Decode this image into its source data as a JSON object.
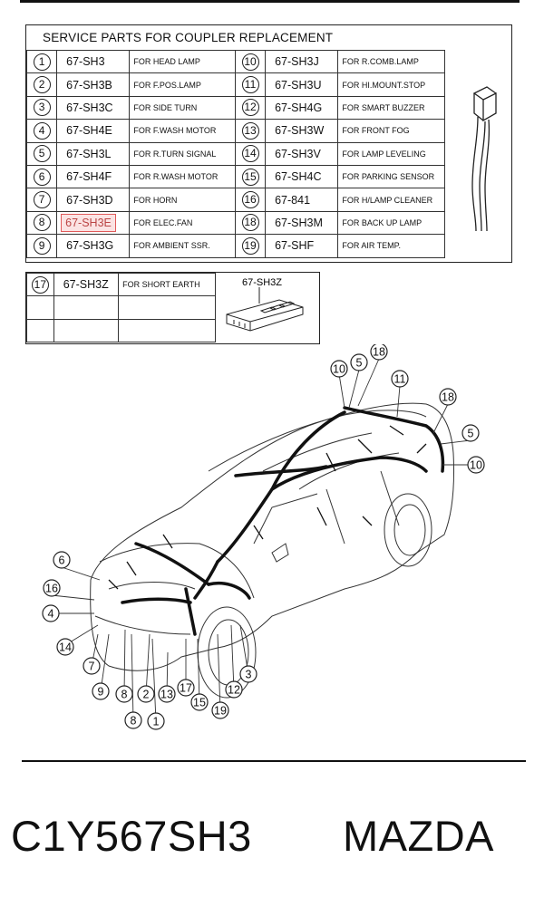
{
  "header": {
    "title": "SERVICE PARTS FOR COUPLER REPLACEMENT"
  },
  "parts_left": [
    {
      "num": "1",
      "code": "67-SH3",
      "desc": "FOR HEAD LAMP"
    },
    {
      "num": "2",
      "code": "67-SH3B",
      "desc": "FOR F.POS.LAMP"
    },
    {
      "num": "3",
      "code": "67-SH3C",
      "desc": "FOR SIDE TURN"
    },
    {
      "num": "4",
      "code": "67-SH4E",
      "desc": "FOR F.WASH MOTOR"
    },
    {
      "num": "5",
      "code": "67-SH3L",
      "desc": "FOR R.TURN SIGNAL"
    },
    {
      "num": "6",
      "code": "67-SH4F",
      "desc": "FOR R.WASH MOTOR"
    },
    {
      "num": "7",
      "code": "67-SH3D",
      "desc": "FOR HORN"
    },
    {
      "num": "8",
      "code": "67-SH3E",
      "desc": "FOR ELEC.FAN"
    },
    {
      "num": "9",
      "code": "67-SH3G",
      "desc": "FOR AMBIENT SSR."
    }
  ],
  "parts_right": [
    {
      "num": "10",
      "code": "67-SH3J",
      "desc": "FOR R.COMB.LAMP"
    },
    {
      "num": "11",
      "code": "67-SH3U",
      "desc": "FOR HI.MOUNT.STOP"
    },
    {
      "num": "12",
      "code": "67-SH4G",
      "desc": "FOR SMART BUZZER"
    },
    {
      "num": "13",
      "code": "67-SH3W",
      "desc": "FOR FRONT FOG"
    },
    {
      "num": "14",
      "code": "67-SH3V",
      "desc": "FOR LAMP LEVELING"
    },
    {
      "num": "15",
      "code": "67-SH4C",
      "desc": "FOR PARKING SENSOR"
    },
    {
      "num": "16",
      "code": "67-841",
      "desc": "FOR H/LAMP CLEANER"
    },
    {
      "num": "18",
      "code": "67-SH3M",
      "desc": "FOR BACK UP LAMP"
    },
    {
      "num": "19",
      "code": "67-SHF",
      "desc": "FOR AIR TEMP."
    }
  ],
  "extra_part": {
    "num": "17",
    "code": "67-SH3Z",
    "desc": "FOR SHORT EARTH"
  },
  "coupler_label": "67-SH3Z",
  "highlight_color": "#e05a5a",
  "callouts": [
    "10",
    "5",
    "18",
    "11",
    "18",
    "5",
    "10",
    "6",
    "16",
    "4",
    "14",
    "7",
    "9",
    "8",
    "2",
    "13",
    "17",
    "15",
    "19",
    "12",
    "3",
    "8",
    "1"
  ],
  "footer": {
    "part_number": "C1Y567SH3",
    "brand": "MAZDA"
  }
}
